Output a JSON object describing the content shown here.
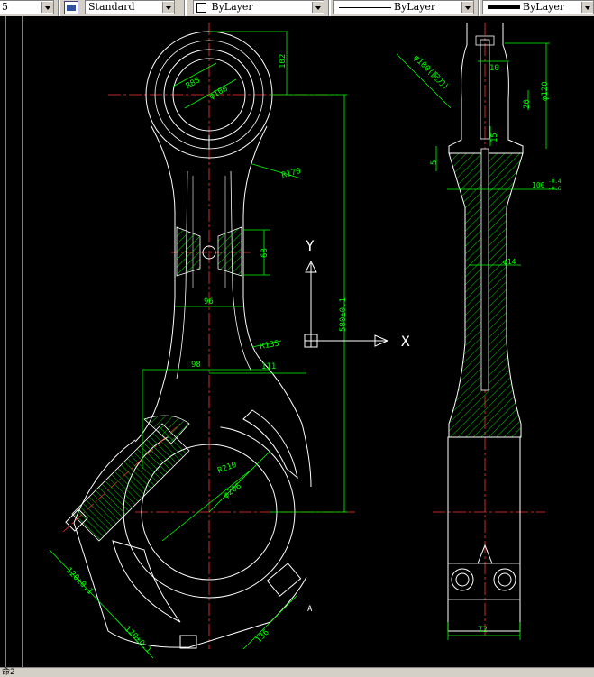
{
  "toolbar": {
    "layer_value": "5",
    "text_style": "Standard",
    "color": "ByLayer",
    "linetype": "ByLayer",
    "lineweight": "ByLayer"
  },
  "drawing": {
    "front_view": {
      "dims": [
        "102",
        "R88",
        "φ100",
        "R170",
        "68",
        "96",
        "R135",
        "98",
        "111",
        "580±0.1",
        "R210",
        "φ206",
        "120±0.1",
        "120±0.1",
        "136"
      ],
      "point_label": "A"
    },
    "side_view": {
      "dims": [
        "φ100(配刀)",
        "10",
        "φ120",
        "20",
        "15",
        "5",
        "100",
        "-0.4",
        "-0.6",
        "φ14",
        "72"
      ]
    },
    "ucs": {
      "y_label": "Y",
      "x_label": "X"
    }
  },
  "status": {
    "text": "命2"
  },
  "colors": {
    "geometry": "#ffffff",
    "dimension": "#00ff00",
    "centerline": "#ff3333",
    "background": "#000000"
  }
}
